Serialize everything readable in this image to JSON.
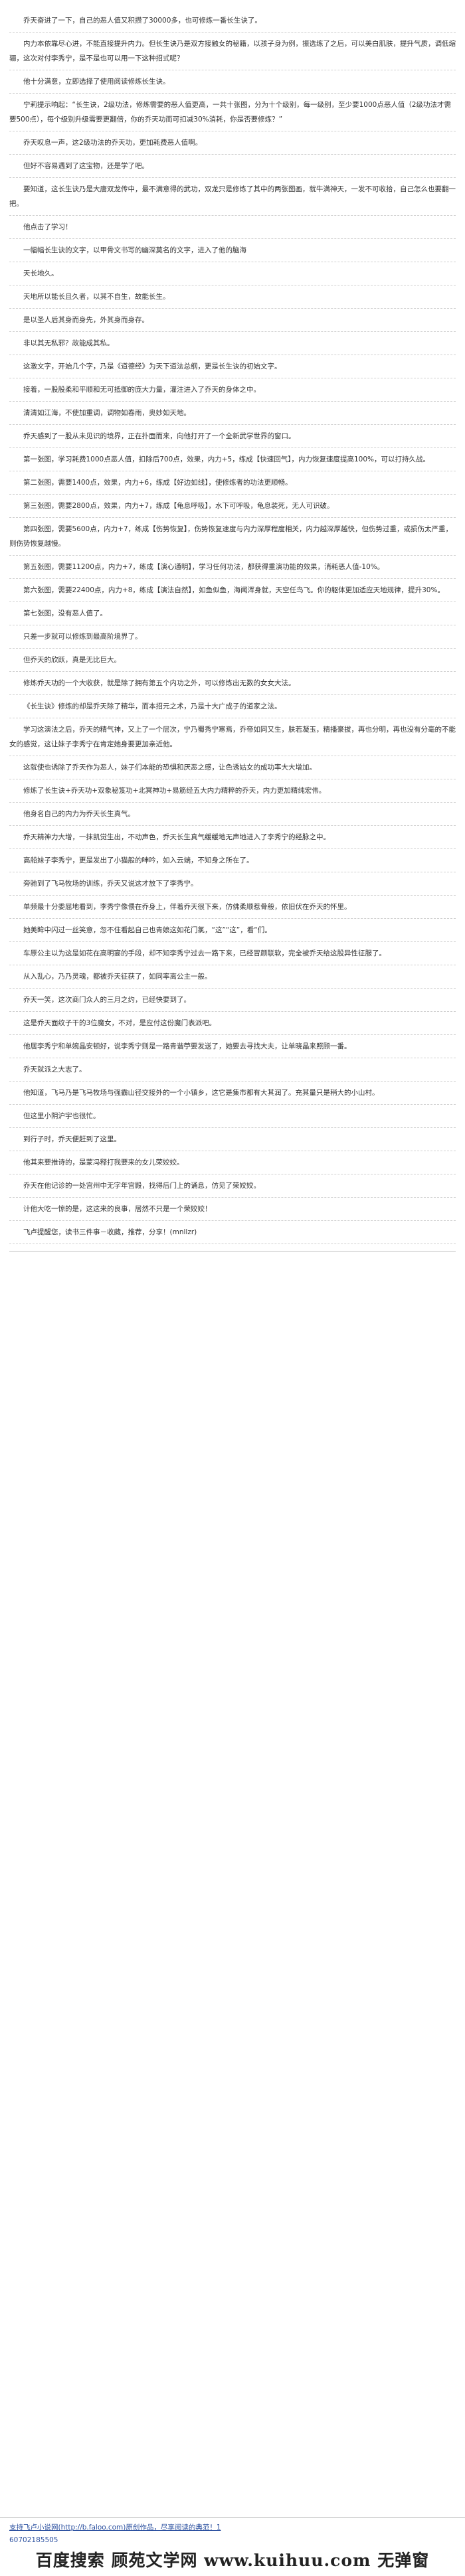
{
  "paragraphs": [
    "乔天奋进了一下，自己的恶人值又积攒了30000多，也可修炼一番长生诀了。",
    "内力本依靠尽心进，不能直接提升内力。但长生诀乃是双方接触女的秘籍，以孩子身为例，振选练了之后，可以美白肌肤，提升气质，调低缩骊，这次对付李秀宁，是不是也可以用一下这种招式呢？",
    "他十分满意，立即选择了使用阅读修炼长生诀。",
    "宁莉提示响起：“长生诀，2级功法，修炼需要的恶人值更高，一共十张图，分为十个级别，每一级别，至少要1000点恶人值（2级功法才需要500点），每个级别升级需要更翻倍，你的乔天功而可扣减30%消耗，你是否要修炼？”",
    "乔天叹息一声，这2级功法的乔天功，更加耗费恶人值啊。",
    "但好不容易遇到了这宝物，还是学了吧。",
    "要知道，这长生诀乃是大唐双龙传中，最不满意得的武功，双龙只是修炼了其中的两张图画，就牛满神天，一发不可收拾，自己怎么也要翻一把。",
    "他点击了学习！",
    "一幅幅长生诀的文字，以甲骨文书写的幽深莫名的文字，进入了他的脑海",
    "天长地久。",
    "天地所以能长且久者，以其不自生，故能长生。",
    "是以圣人后其身而身先，外其身而身存。",
    "非以其无私邪？故能成其私。",
    "这激文字，开始几个字，乃是《道德经》为天下道法总纲，更是长生诀的初始文字。",
    "接着，一股股柔和平顺和无可抵御的庞大力量，灌注进入了乔天的身体之中。",
    "清清如江海，不使加重调，调物如春雨，奥妙如天地。",
    "乔天感到了一股从未见识的境界，正在扑面而来，向他打开了一个全新武学世界的窗口。",
    "第一张图，学习耗费1000点恶人值，扣除后700点，效果，内力+5，练成【快速回气】，内力恢复速度提高100%，可以打持久战。",
    "第二张图，需要1400点，效果，内力+6，练成【好边如线】，使修炼者的功法更顺畅。",
    "第三张图，需要2800点，效果，内力+7，练成【龟息呼吸】，水下可呼吸，龟息装死，无人可识破。",
    "第四张图，需要5600点，内力+7，练成【伤势恢复】，伤势恢复速度与内力深厚程度相关，内力越深厚越快，但伤势过重，或损伤太严重，则伤势恢复越慢。",
    "第五张图，需要11200点，内力+7，练成【演心通明】，学习任何功法，都获得重演功能的效果，消耗恶人值-10%。",
    "第六张图，需要22400点，内力+8，练成【演法自然】，如鱼似鱼，海闻浑身就，天空任鸟飞。你的躯体更加适应天地规律，提升30%。",
    "第七张图，没有恶人值了。",
    "只差一步就可以修炼到最高阶境界了。",
    "但乔天的欣跃，真是无比巨大。",
    "修炼乔天功的一个大收获，就是除了拥有第五个内功之外，可以修炼出无数的女女大法。",
    "《长生诀》修炼的却是乔天除了精华，而本招元之术，乃是十大广成子的道家之法。",
    "学习这演法之后，乔天的精气神，又上了一个层次，宁乃蜀秀宁寒焉，乔帝如同又生，肤若凝玉，精播豪拔，再也分明，再也没有分毫的不能女的感觉，这让妹子李秀宁在肯定她身要更加亲近他。",
    "这就使也诱除了乔天作为恶人，妹子们本能的恐惧和厌恶之感，让色诱姑女的成功率大大增加。",
    "修炼了长生诀+乔天功+双象秘笈功+北冥神功+易筋经五大内力精粹的乔天，内力更加精纯宏伟。",
    "他身名自己的内力为乔天长生真气。",
    "乔天精神力大增，一抹凯觉生出，不动声色，乔天长生真气缓缓地无声地进入了李秀宁的经脉之中。",
    "高船妹子李秀宁，更是发出了小猫般的呻吟，如入云端，不知身之所在了。",
    "旁驰到了飞马牧场的训练，乔天又说这才放下了李秀宁。",
    "单频最十分委屈地看到，李秀宁像偎在乔身上，伴着乔天很下来，仿佛柔顺惹骨般，依旧伏在乔天的怀里。",
    "她美眸中闪过一丝笑意，忽不住看起自己也青娘这如花门氯，“这”“这”，看“们。",
    "车原公主以为这是如花在高明宴的手段，却不知李秀宁过去一路下来，已经冒颜联软，完全被乔天给这股异性征服了。",
    "从入乱心，乃乃灵魂，都被乔天征获了，如同率离公主一般。",
    "乔天一笑，这次商门众人的三月之约，已经快要到了。",
    "这是乔天面纹子干的3位魔女，不对，是应付这份魔门表派吧。",
    "他居李秀宁和单婉晶安顿好，说李秀宁则是一路青谐苧要发送了，她要去寻找大夫，让单晓晶来照顾一番。",
    "乔天就派之大志了。",
    "他知道，飞马乃是飞马牧场与强霸山径交接外的一个小镇乡，这它是集市都有大其润了。充其量只是稍大的小山村。",
    "但这里小阴沪宇也很忙。",
    "到行子时，乔天便赶到了这里。",
    "他其来要推诗的，是蒙冯释打我要来的女儿荣姣姣。",
    "乔天在他记诊的一处宫州中无字年宫殿，找得后门上的诵息，仿见了荣姣姣。",
    "计他大吃一惊的是，这这来的良事，居然不只是一个荣姣姣！",
    "飞卢提醒您，读书三件事－收藏，推荐，分享！(mnllzr)"
  ],
  "footer": {
    "link_text": "支持飞卢小说网(http://b.faloo.com)原创作品，尽享阅读的典范！1",
    "id": "60702185505",
    "banner": "百度搜索 顾苑文学网 www.kuihuu.com 无弹窗"
  }
}
